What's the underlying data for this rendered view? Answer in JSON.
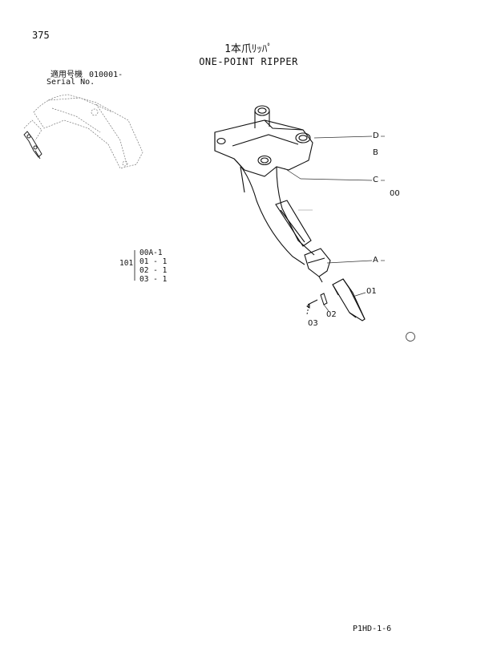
{
  "page": {
    "number": "375",
    "title_jp": "1本爪ﾘｯﾊﾟ",
    "title_en": "ONE-POINT RIPPER",
    "footer_code": "P1HD-1-6"
  },
  "serial": {
    "label_jp": "適用号機",
    "label_en": "Serial No.",
    "value": "010001-"
  },
  "bom": {
    "parent": "101",
    "items": [
      "00A-1",
      "01 - 1",
      "02 - 1",
      "03 - 1"
    ]
  },
  "callouts": {
    "D": "D",
    "B": "B",
    "C": "C",
    "part00": "00",
    "A": "A",
    "part01": "01",
    "part02": "02",
    "part03": "03"
  }
}
